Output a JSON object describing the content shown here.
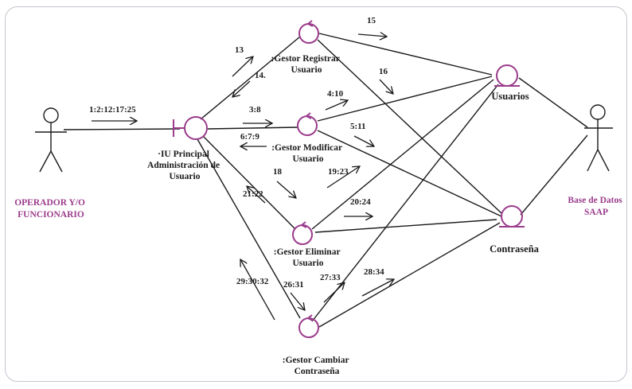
{
  "diagram": {
    "colors": {
      "accent": "#9b3c8c",
      "line": "#1a1a1a",
      "frame": "#c9c2cf"
    },
    "actors": {
      "operator": [
        "OPERADOR Y/O",
        "FUNCIONARIO"
      ],
      "database": [
        "Base de Datos",
        "SAAP"
      ]
    },
    "boundary": [
      "·IU Principal",
      "Administración de",
      "Usuario"
    ],
    "controls": {
      "registrar": [
        ":Gestor Registrar",
        "Usuario"
      ],
      "modificar": [
        ":Gestor Modificar",
        "Usuario"
      ],
      "eliminar": [
        ":Gestor Eliminar",
        "Usuario"
      ],
      "cambiar": [
        ":Gestor Cambiar",
        "Contraseña"
      ]
    },
    "entities": {
      "usuarios": "Usuarios",
      "contrasena": "Contraseña"
    },
    "messages": {
      "m_actor": "1:2:12:17:25",
      "m13": "13",
      "m14": "14.",
      "m38": "3:8",
      "m679": "6:7:9",
      "m18": "18",
      "m2122": "21:22",
      "m293032": "29:30:32",
      "m2631": "26:31",
      "m15": "15",
      "m16": "16",
      "m410": "4:10",
      "m511": "5:11",
      "m1923": "19:23",
      "m2024": "20:24",
      "m2733": "27:33",
      "m2834": "28:34"
    }
  }
}
